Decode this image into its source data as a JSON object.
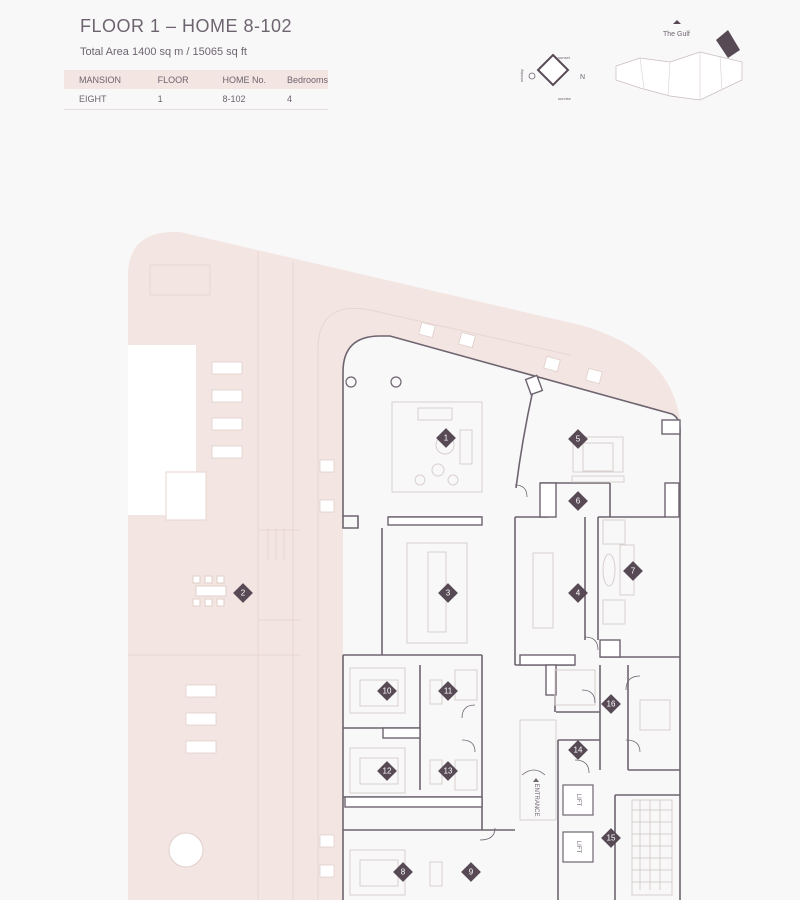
{
  "header": {
    "title": "FLOOR 1 – HOME 8-102",
    "total_area": "Total Area 1400 sq m / 15065 sq ft"
  },
  "info_table": {
    "headers": [
      "MANSION",
      "FLOOR",
      "HOME No.",
      "Bedrooms"
    ],
    "row": [
      "EIGHT",
      "1",
      "8-102",
      "4"
    ]
  },
  "compass": {
    "north": "N",
    "sunset": "sunset",
    "sunrise": "sunrise",
    "midday": "midday"
  },
  "key_plan": {
    "label": "The Gulf"
  },
  "plan_labels": {
    "entrance": "ENTRANCE",
    "lift": "LIFT"
  },
  "rooms": [
    "1",
    "2",
    "3",
    "4",
    "5",
    "6",
    "7",
    "8",
    "9",
    "10",
    "11",
    "12",
    "13",
    "14",
    "15",
    "16"
  ],
  "colors": {
    "terrace": "#f3e5e2",
    "wall": "#6e6470",
    "marker": "#574a55",
    "background": "#f8f8f8"
  }
}
